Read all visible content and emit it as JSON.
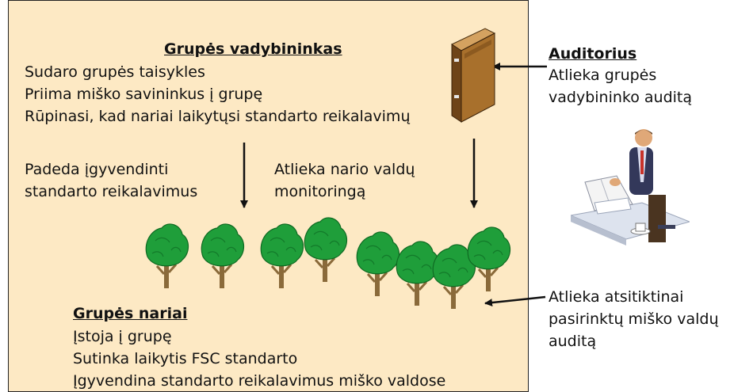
{
  "group_manager": {
    "heading": "Grupės vadybininkas",
    "lines": [
      "Sudaro grupės taisykles",
      "Priima miško savininkus į grupę",
      "Rūpinasi, kad nariai laikytųsi standarto reikalavimų"
    ]
  },
  "helps": {
    "lines": [
      "Padeda įgyvendinti",
      "standarto reikalavimus"
    ]
  },
  "monitoring": {
    "lines": [
      "Atlieka nario valdų",
      "monitoringą"
    ]
  },
  "group_members": {
    "heading": "Grupės nariai",
    "lines": [
      "Įstoja į grupę",
      "Sutinka laikytis FSC standarto",
      "Įgyvendina standarto reikalavimus miško valdose"
    ]
  },
  "auditor": {
    "heading": "Auditorius",
    "lines": [
      "Atlieka grupės",
      "vadybininko auditą"
    ]
  },
  "random_audit": {
    "lines": [
      "Atlieka atsitiktinai",
      "pasirinktų miško valdų",
      "auditą"
    ]
  },
  "colors": {
    "panel": "#fde9c4",
    "tree_green": "#1f9e3a",
    "trunk": "#8a6a3a",
    "binder": "#a8702c"
  },
  "icons": [
    "binder-icon",
    "auditor-figure-icon",
    "tree-icon"
  ]
}
